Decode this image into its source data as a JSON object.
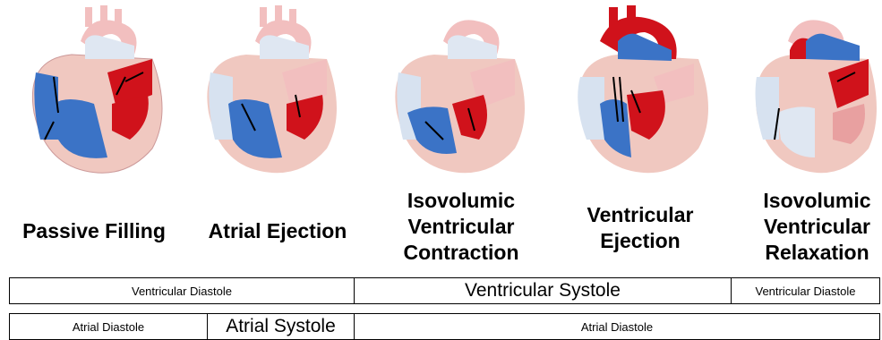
{
  "stages": [
    {
      "label": "Passive Filling"
    },
    {
      "label": "Atrial Ejection"
    },
    {
      "label": "Isovolumic Ventricular Contraction"
    },
    {
      "label": "Ventricular Ejection"
    },
    {
      "label": "Isovolumic Ventricular Relaxation"
    }
  ],
  "ventricular_row": {
    "diastole_1": "Ventricular Diastole",
    "systole": "Ventricular Systole",
    "diastole_2": "Ventricular Diastole"
  },
  "atrial_row": {
    "diastole_1": "Atrial Diastole",
    "systole": "Atrial Systole",
    "diastole_2": "Atrial Diastole"
  },
  "colors": {
    "deoxygenated_blue": "#3b73c6",
    "oxygenated_red": "#d0121b",
    "pale_blue": "#d7e2f0",
    "pale_red": "#f2bfbf",
    "muscle": "#f0c8c0"
  }
}
